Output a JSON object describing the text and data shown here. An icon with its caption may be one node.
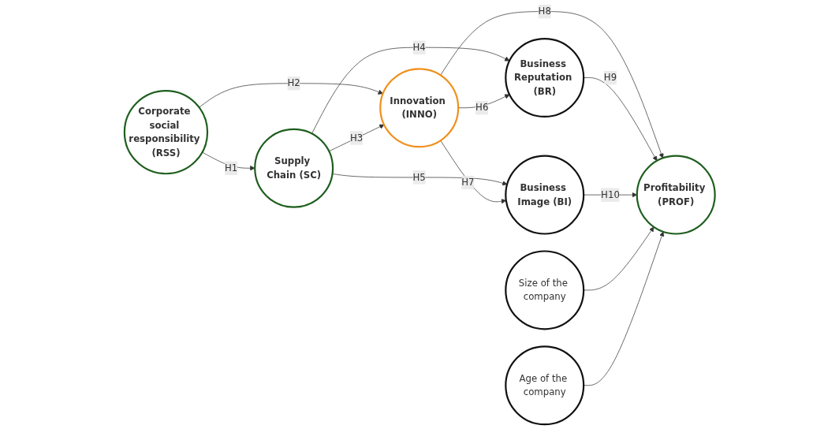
{
  "diagram": {
    "nodes": [
      {
        "text": [
          "Business Reputation (BR)"
        ]
      },
      {
        "text": [
          "Supply Chain (SC)"
        ]
      },
      {
        "text": [
          "Innovation (INNO)"
        ]
      },
      {
        "text": [
          "Profitability (PROF)"
        ]
      },
      {
        "text": [
          "Size of the company"
        ]
      },
      {
        "text": [
          "Corporate social responsibility (RSS)"
        ]
      },
      {
        "text": [
          "Business Image (BI)"
        ]
      },
      {
        "text": [
          "Age of the company"
        ]
      }
    ],
    "edges": [
      {
        "from": 5,
        "to": 1,
        "arrow": "to",
        "label": "H1"
      },
      {
        "from": 5,
        "to": 2,
        "arrow": "to",
        "label": "H2"
      },
      {
        "from": 1,
        "to": 2,
        "arrow": "to",
        "label": "H3"
      },
      {
        "from": 1,
        "to": 0,
        "arrow": "to",
        "label": "H4"
      },
      {
        "from": 1,
        "to": 6,
        "arrow": "to",
        "label": "H5"
      },
      {
        "from": 2,
        "to": 0,
        "arrow": "to",
        "label": "H6"
      },
      {
        "from": 2,
        "to": 6,
        "arrow": "to",
        "label": "H7"
      },
      {
        "from": 2,
        "to": 3,
        "arrow": "to",
        "label": "H8"
      },
      {
        "from": 0,
        "to": 3,
        "arrow": "to",
        "label": "H9"
      },
      {
        "from": 6,
        "to": 3,
        "arrow": "to",
        "label": "H10"
      },
      {
        "from": 4,
        "to": 3,
        "arrow": "to"
      },
      {
        "from": 7,
        "to": 3,
        "arrow": "to"
      }
    ]
  }
}
